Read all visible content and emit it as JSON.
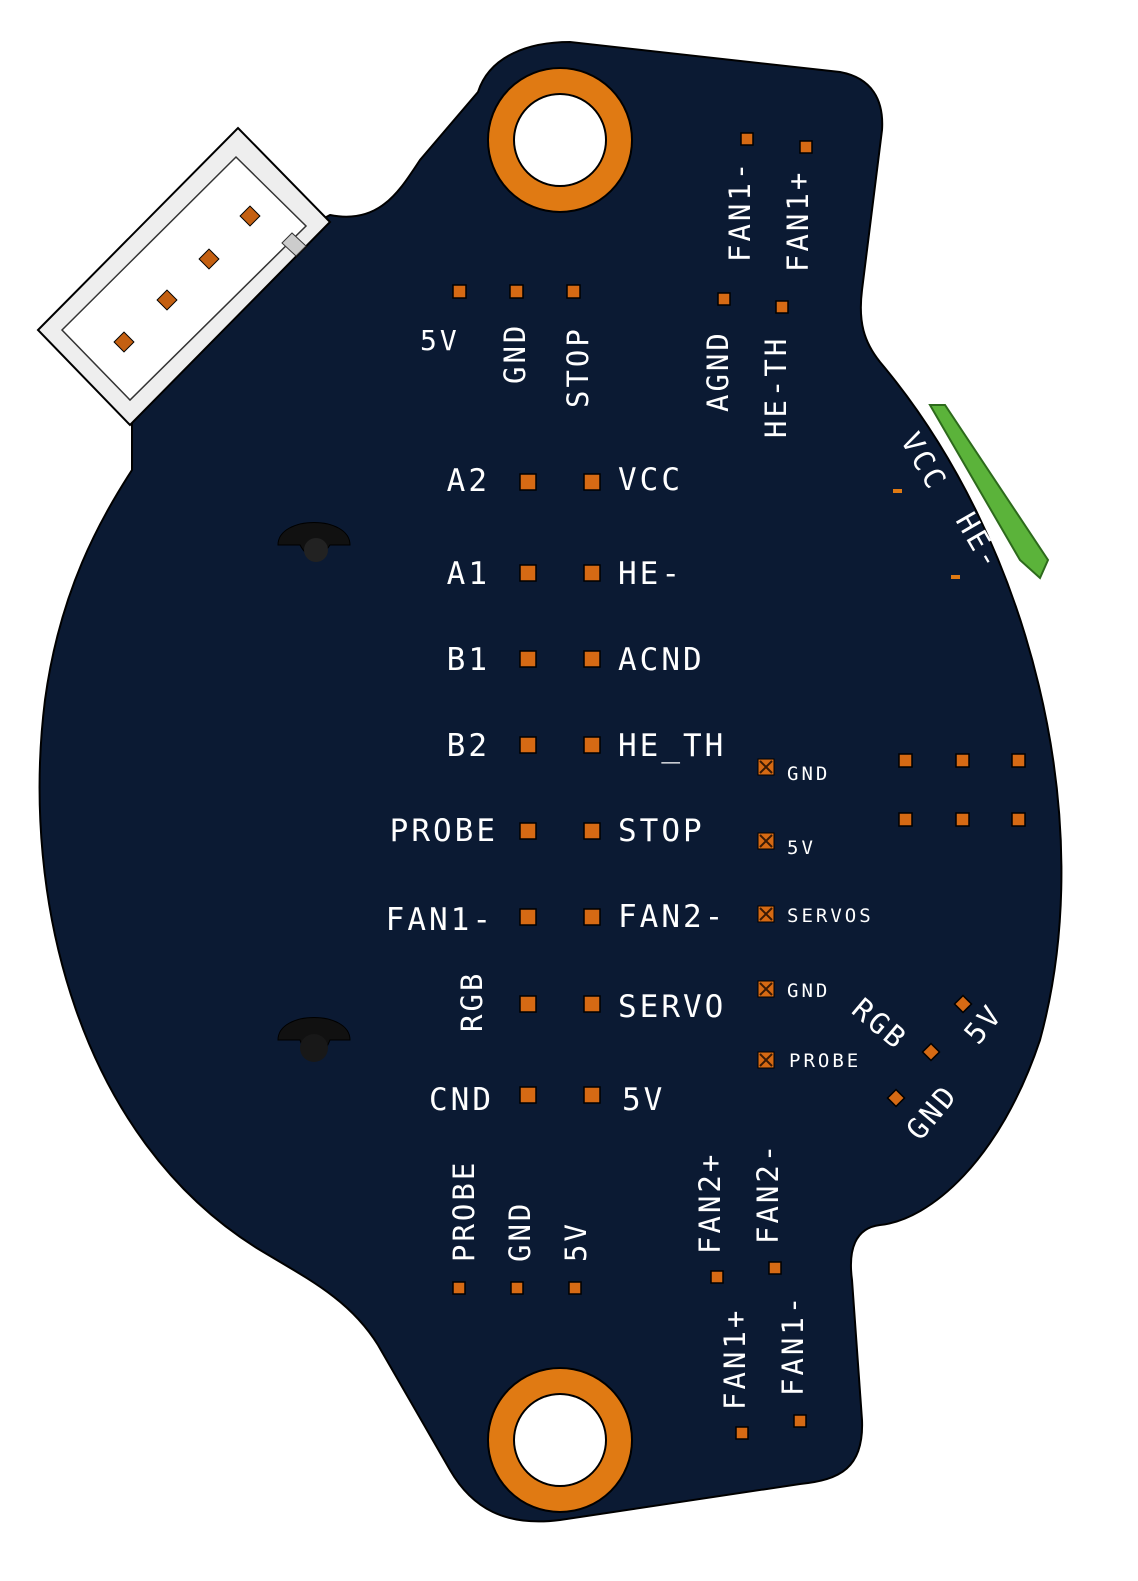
{
  "colors": {
    "board": "#0b1a33",
    "copper": "#e07a13",
    "pad": "#d66a14",
    "connector": "#eeeeee",
    "green": "#5bb33a"
  },
  "top_header": [
    "5V",
    "GND",
    "STOP"
  ],
  "fan1_top": [
    "FAN1-",
    "FAN1+"
  ],
  "th_top": [
    "AGND",
    "HE-TH"
  ],
  "side_connector": [
    "VCC",
    "HE-"
  ],
  "grid_left": [
    "A2",
    "A1",
    "B1",
    "B2",
    "PROBE",
    "FAN1-",
    "RGB",
    "CND"
  ],
  "grid_right": [
    "VCC",
    "HE-",
    "ACND",
    "HE_TH",
    "STOP",
    "FAN2-",
    "SERVO",
    "5V"
  ],
  "servo_labels": [
    "GND",
    "5V",
    "SERVOS",
    "GND",
    "PROBE"
  ],
  "rgb_labels": [
    "RGB",
    "5V",
    "GND"
  ],
  "probe_bottom": [
    "PROBE",
    "GND",
    "5V"
  ],
  "fan2_bottom": [
    "FAN2+",
    "FAN2-"
  ],
  "fan1_bottom": [
    "FAN1+",
    "FAN1-"
  ]
}
